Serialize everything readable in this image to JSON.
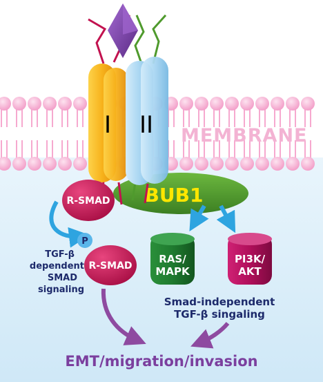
{
  "membrane_label": "MEMBRANE",
  "receptors": {
    "type_one": "I",
    "type_two": "II"
  },
  "bub1_label": "BUB1",
  "rsmad_top": "R-SMAD",
  "rsmad_bottom": "R-SMAD",
  "phospho_label": "P",
  "tgfb_dependent": {
    "line1": "TGF-β",
    "line2": "dependent",
    "line3": "SMAD",
    "line4": "signaling"
  },
  "ras_mapk": {
    "line1": "RAS/",
    "line2": "MAPK"
  },
  "pi3k_akt": {
    "line1": "PI3K/",
    "line2": "AKT"
  },
  "smad_independent": {
    "line1": "Smad-independent",
    "line2": "TGF-β singaling"
  },
  "outcome": "EMT/migration/invasion",
  "colors": {
    "membrane_head": "#f6a9cf",
    "membrane_label": "#f3b3d3",
    "receptor_one": "#f7b21b",
    "receptor_two": "#a9d6f2",
    "ligand": "#7b3fa8",
    "bub1": "#4f9a2d",
    "bub1_text": "#ffe600",
    "rsmad": "#c2124f",
    "ras_mapk": "#1f7a2f",
    "pi3k_akt": "#b00f5a",
    "arrow_blue": "#2ea4e0",
    "arrow_purple": "#8e4aa0",
    "text_navy": "#1d2a6b",
    "outcome_text": "#7b3f9e",
    "phospho": "#5ab6ea"
  }
}
